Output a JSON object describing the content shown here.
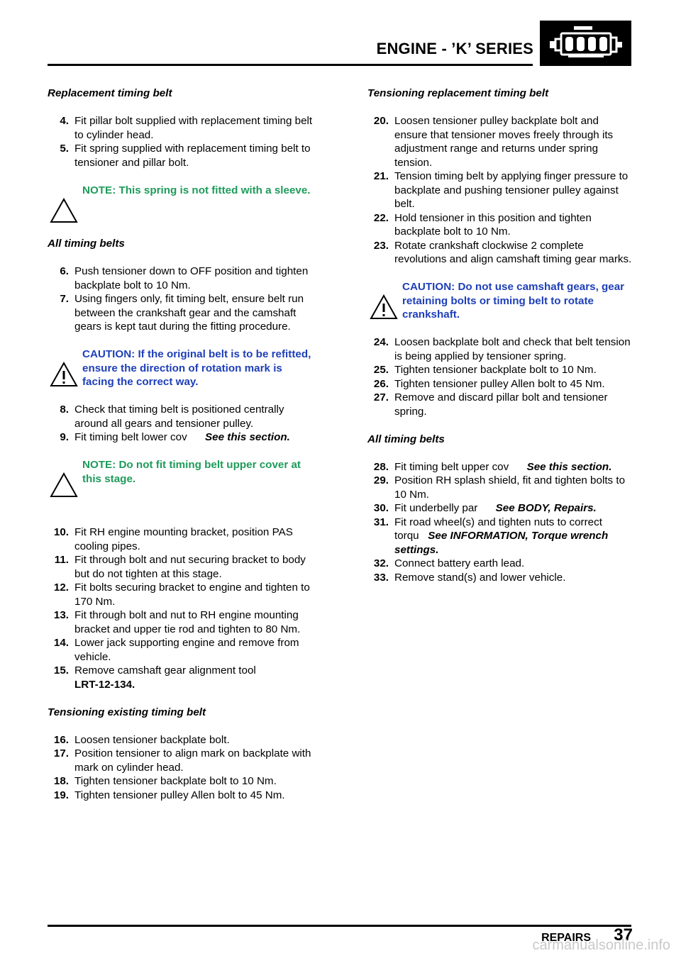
{
  "header": {
    "title": "ENGINE - ’K’ SERIES",
    "icon": "engine-icon"
  },
  "left": {
    "sec1": {
      "heading": "Replacement timing belt",
      "steps": [
        {
          "num": "4.",
          "text": "Fit pillar bolt supplied with replacement timing belt to cylinder head."
        },
        {
          "num": "5.",
          "text": "Fit spring supplied with replacement timing belt to tensioner and pillar bolt."
        }
      ],
      "note": "NOTE: This spring is not fitted with a sleeve."
    },
    "sec2": {
      "heading": "All timing belts",
      "steps": [
        {
          "num": "6.",
          "text": "Push tensioner down to OFF position and tighten backplate bolt to 10 Nm."
        },
        {
          "num": "7.",
          "text": "Using fingers only, fit timing belt, ensure belt run between the crankshaft gear and the camshaft gears is kept taut during the fitting procedure."
        }
      ],
      "caution": "CAUTION: If the original belt is to be refitted, ensure the direction of rotation mark is facing the correct way.",
      "steps_b": [
        {
          "num": "8.",
          "text": "Check that timing belt is positioned centrally around all gears and tensioner pulley."
        },
        {
          "num": "9.",
          "text": "Fit timing belt lower cov",
          "ref": "See this section."
        }
      ],
      "note": "NOTE: Do not fit timing belt upper cover at this stage.",
      "steps_c": [
        {
          "num": "10.",
          "text": "Fit RH engine mounting bracket, position PAS cooling pipes."
        },
        {
          "num": "11.",
          "text": "Fit through bolt and nut securing bracket to body but do not tighten at this stage."
        },
        {
          "num": "12.",
          "text": "Fit bolts securing bracket to engine and tighten to 170 Nm."
        },
        {
          "num": "13.",
          "text": "Fit through bolt and nut to RH engine mounting bracket and upper tie rod and tighten to 80 Nm."
        },
        {
          "num": "14.",
          "text": "Lower jack supporting engine and remove from vehicle."
        },
        {
          "num": "15.",
          "text": "Remove camshaft gear alignment tool",
          "tool": "LRT-12-134."
        }
      ]
    },
    "sec3": {
      "heading": "Tensioning existing timing belt",
      "steps": [
        {
          "num": "16.",
          "text": "Loosen tensioner backplate bolt."
        },
        {
          "num": "17.",
          "text": "Position tensioner to align mark on backplate with mark on cylinder head."
        },
        {
          "num": "18.",
          "text": "Tighten tensioner backplate bolt to 10 Nm."
        },
        {
          "num": "19.",
          "text": "Tighten tensioner pulley Allen bolt to 45 Nm."
        }
      ]
    }
  },
  "right": {
    "sec1": {
      "heading": "Tensioning replacement timing belt",
      "steps": [
        {
          "num": "20.",
          "text": "Loosen tensioner pulley backplate bolt and ensure that tensioner moves freely through its adjustment range and returns under spring tension."
        },
        {
          "num": "21.",
          "text": "Tension timing belt by applying finger pressure to backplate and pushing tensioner pulley against belt."
        },
        {
          "num": "22.",
          "text": "Hold tensioner in this position and tighten backplate bolt to 10 Nm."
        },
        {
          "num": "23.",
          "text": "Rotate crankshaft clockwise 2 complete revolutions and align camshaft timing gear marks."
        }
      ],
      "caution": "CAUTION: Do not use camshaft gears, gear retaining bolts or timing belt to rotate crankshaft.",
      "steps_b": [
        {
          "num": "24.",
          "text": "Loosen backplate bolt and check that belt tension is being applied by tensioner spring."
        },
        {
          "num": "25.",
          "text": "Tighten tensioner backplate bolt to 10 Nm."
        },
        {
          "num": "26.",
          "text": "Tighten tensioner pulley Allen bolt to 45 Nm."
        },
        {
          "num": "27.",
          "text": "Remove and discard pillar bolt and tensioner spring."
        }
      ]
    },
    "sec2": {
      "heading": "All timing belts",
      "steps": [
        {
          "num": "28.",
          "text": "Fit timing belt upper cov",
          "ref": "See this section."
        },
        {
          "num": "29.",
          "text": "Position RH splash shield, fit and tighten bolts to 10 Nm."
        },
        {
          "num": "30.",
          "text": "Fit underbelly par",
          "ref": "See BODY, Repairs."
        },
        {
          "num": "31.",
          "text": "Fit road wheel(s) and tighten nuts to correct torqu",
          "ref": "See INFORMATION, Torque wrench settings."
        },
        {
          "num": "32.",
          "text": "Connect battery earth lead."
        },
        {
          "num": "33.",
          "text": "Remove stand(s) and lower vehicle."
        }
      ]
    }
  },
  "footer": {
    "section": "REPAIRS",
    "page": "37",
    "watermark": "carmanualsonline.info"
  },
  "colors": {
    "note": "#1e9b5a",
    "caution": "#1e3fb8",
    "text": "#000000"
  }
}
